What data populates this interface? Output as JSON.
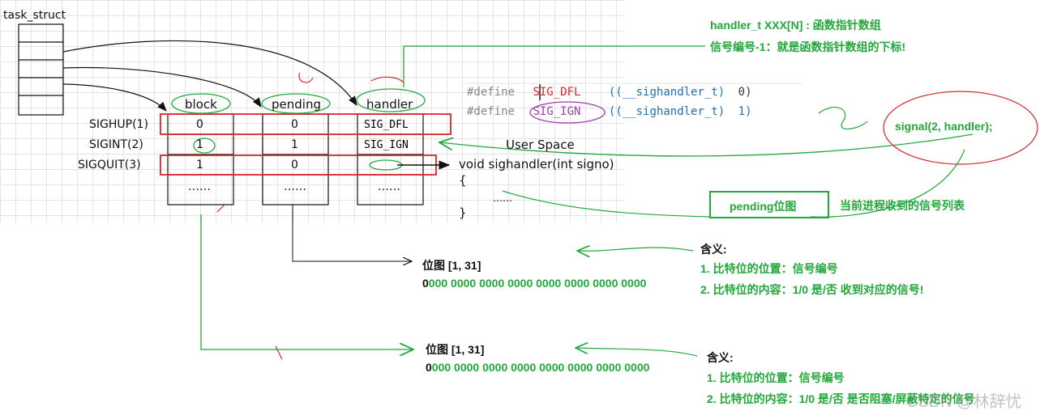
{
  "task_struct": {
    "label": "task_struct"
  },
  "tables": {
    "headers": {
      "block": "block",
      "pending": "pending",
      "handler": "handler"
    },
    "signals": [
      "SIGHUP(1)",
      "SIGINT(2)",
      "SIGQUIT(3)"
    ],
    "block": [
      "0",
      "1",
      "1",
      "……"
    ],
    "pending": [
      "0",
      "1",
      "0",
      "……"
    ],
    "handler": [
      "SIG_DFL",
      "SIG_IGN",
      "",
      "……"
    ]
  },
  "defines": {
    "line1": {
      "kw": "#define",
      "name": "SIG_DFL",
      "cast": "((__sighandler_t)",
      "val": "0)"
    },
    "line2": {
      "kw": "#define",
      "name": "SIG_IGN",
      "cast": "((__sighandler_t)",
      "val": "1)"
    }
  },
  "user_space": {
    "title": "User Space",
    "func": "void sighandler(int signo)",
    "open": "{",
    "body": "……",
    "close": "}"
  },
  "notes": {
    "handler_array": "handler_t XXX[N] : 函数指针数组",
    "signal_index": "信号编号-1：就是函数指针数组的下标!",
    "signal_call": "signal(2, handler);",
    "pending_bitmap": "pending位图",
    "pending_desc": "当前进程收到的信号列表"
  },
  "bitmap1": {
    "title": "位图 [1, 31]",
    "bits_first": "0",
    "bits_rest": "000 0000 0000 0000 0000 0000 0000 0000",
    "meaning_title": "含义:",
    "meaning1": "1. 比特位的位置：信号编号",
    "meaning2": "2. 比特位的内容：1/0   是/否 收到对应的信号!"
  },
  "bitmap2": {
    "title": "位图 [1, 31]",
    "bits_first": "0",
    "bits_rest": "000 0000 0000 0000 0000 0000 0000 0000",
    "meaning_title": "含义:",
    "meaning1": "1. 比特位的位置：信号编号",
    "meaning2": "2. 比特位的内容：1/0 是/否 是否阻塞/屏蔽特定的信号"
  },
  "watermark": "CSDN @林辞忧",
  "colors": {
    "green": "#22a83a",
    "red": "#d9262c",
    "blue": "#1f6fb2",
    "purple": "#9b3fa6"
  }
}
